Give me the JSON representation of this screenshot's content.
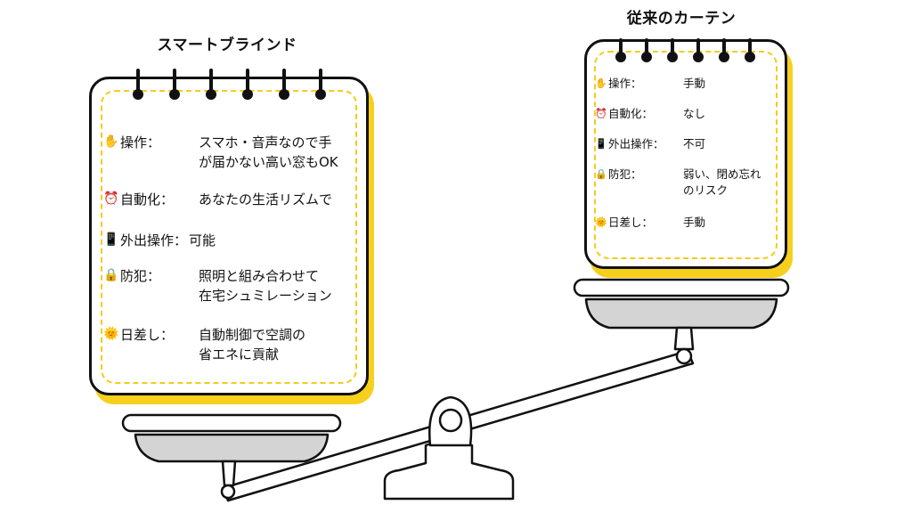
{
  "smart": {
    "title": "スマートブラインド",
    "rows": [
      {
        "icon": "hand-icon",
        "glyph": "✋",
        "label": "操作：",
        "value": "スマホ・音声なので手\nが届かない高い窓もOK"
      },
      {
        "icon": "alarm-clock-icon",
        "glyph": "⏰",
        "label": "自動化：",
        "value": "あなたの生活リズムで"
      },
      {
        "icon": "phone-icon",
        "glyph": "📱",
        "label": "外出操作：",
        "value": "可能"
      },
      {
        "icon": "lock-icon",
        "glyph": "🔒",
        "label": "防犯：",
        "value": "照明と組み合わせて\n在宅シュミレーション"
      },
      {
        "icon": "sun-icon",
        "glyph": "🌞",
        "label": "日差し：",
        "value": "自動制御で空調の\n省エネに貢献"
      }
    ]
  },
  "curtain": {
    "title": "従来のカーテン",
    "rows": [
      {
        "icon": "hand-icon",
        "glyph": "✋",
        "label": "操作：",
        "value": "手動"
      },
      {
        "icon": "alarm-clock-icon",
        "glyph": "⏰",
        "label": "自動化：",
        "value": "なし"
      },
      {
        "icon": "phone-icon",
        "glyph": "📱",
        "label": "外出操作：",
        "value": "不可"
      },
      {
        "icon": "lock-icon",
        "glyph": "🔒",
        "label": "防犯：",
        "value": "弱い、閉め忘れ\nのリスク"
      },
      {
        "icon": "sun-icon",
        "glyph": "🌞",
        "label": "日差し：",
        "value": "手動"
      }
    ]
  },
  "colors": {
    "accent": "#f7cf1d",
    "outline": "#111111",
    "pan": "#d4d4d4"
  }
}
